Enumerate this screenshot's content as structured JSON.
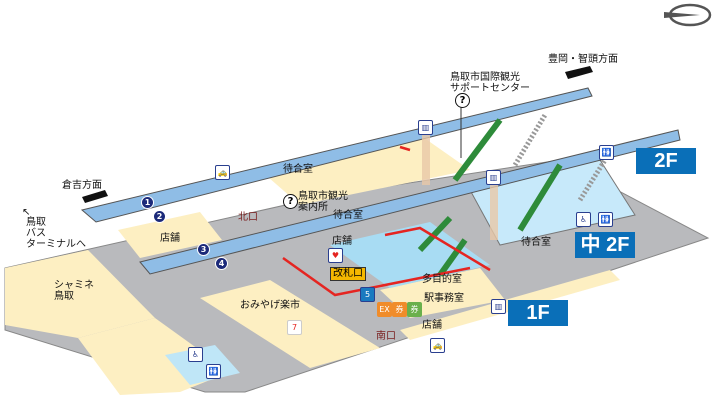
{
  "map": {
    "floors": {
      "f2": "2F",
      "f_mid2": "中 2F",
      "f1": "1F"
    },
    "directions": {
      "kurayoshi": "倉吉方面",
      "toyooka_chizu": "豊岡・智頭方面",
      "bus_terminal": [
        "鳥取",
        "バス",
        "ターミナルへ"
      ]
    },
    "areas": {
      "waiting_room": "待合室",
      "tourist_info": [
        "鳥取市観光",
        "案内所"
      ],
      "intl_support": [
        "鳥取市国際観光",
        "サポートセンター"
      ],
      "north_exit": "北口",
      "south_exit": "南口",
      "shop": "店舗",
      "ticket_gate": "改札口",
      "shamine": [
        "シャミネ",
        "鳥取"
      ],
      "omiyage": "おみやげ楽市",
      "multipurpose": "多目的室",
      "station_office": "駅事務室"
    },
    "platform_numbers": [
      "1",
      "2",
      "3",
      "4"
    ],
    "icons": [
      "taxi-icon",
      "elevator-icon",
      "wheelchair-icon",
      "restroom-icon",
      "aed-icon",
      "info-icon",
      "ticket-machine-icon",
      "locker-icon",
      "seven-eleven-icon",
      "compass-icon"
    ],
    "colors": {
      "floor": "#b9babd",
      "shop": "#fdefc2",
      "platform": "#8fbde6",
      "concourse": "#a8dcf3",
      "route": "#e52521",
      "badge": "#0a6fb8"
    }
  }
}
